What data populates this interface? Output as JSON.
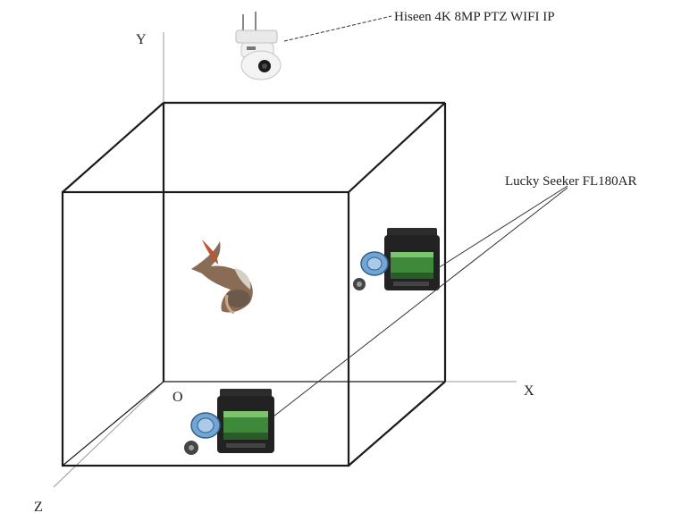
{
  "axes": {
    "y_label": "Y",
    "x_label": "X",
    "z_label": "Z",
    "origin_label": "O"
  },
  "labels": {
    "camera": "Hiseen 4K 8MP PTZ WIFI IP",
    "sonar": "Lucky Seeker FL180AR"
  },
  "icons": [
    "ptz-camera-icon",
    "fish-icon",
    "fishfinder-icon"
  ],
  "colors": {
    "line": "#1a1a1a",
    "screen": "#3f8a3a",
    "transducer": "#6fa6d6"
  }
}
